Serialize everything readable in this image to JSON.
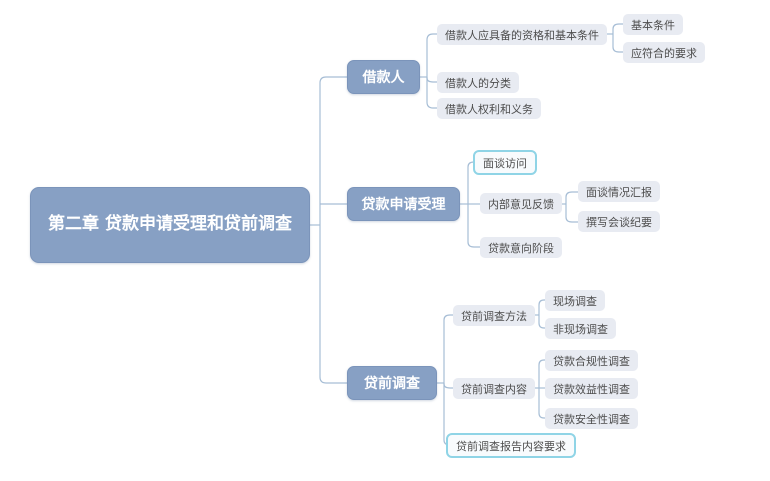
{
  "diagram": {
    "type": "mindmap",
    "root": {
      "label": "第二章 贷款申请受理和贷前调查"
    },
    "branches": [
      {
        "label": "借款人",
        "children": [
          {
            "label": "借款人应具备的资格和基本条件",
            "children": [
              {
                "label": "基本条件"
              },
              {
                "label": "应符合的要求"
              }
            ]
          },
          {
            "label": "借款人的分类"
          },
          {
            "label": "借款人权利和义务"
          }
        ]
      },
      {
        "label": "贷款申请受理",
        "children": [
          {
            "label": "面谈访问",
            "selected": true
          },
          {
            "label": "内部意见反馈",
            "children": [
              {
                "label": "面谈情况汇报"
              },
              {
                "label": "撰写会谈纪要"
              }
            ]
          },
          {
            "label": "贷款意向阶段"
          }
        ]
      },
      {
        "label": "贷前调查",
        "children": [
          {
            "label": "贷前调查方法",
            "children": [
              {
                "label": "现场调查"
              },
              {
                "label": "非现场调查"
              }
            ]
          },
          {
            "label": "贷前调查内容",
            "children": [
              {
                "label": "贷款合规性调查"
              },
              {
                "label": "贷款效益性调查"
              },
              {
                "label": "贷款安全性调查"
              }
            ]
          },
          {
            "label": "贷前调查报告内容要求",
            "selected": true
          }
        ]
      }
    ],
    "colors": {
      "branch_fill": "#87a0c4",
      "branch_text": "#ffffff",
      "leaf_fill": "#e8ebf2",
      "leaf_text": "#4c4c4c",
      "connector": "#a6bdd5",
      "selection_border": "#8fd4e6",
      "background": "#ffffff"
    }
  }
}
